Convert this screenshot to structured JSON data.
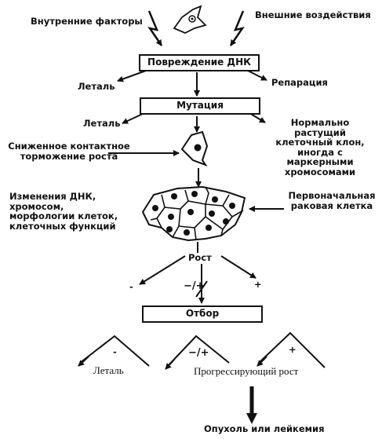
{
  "labels": {
    "internal": "Внутренние факторы",
    "external": "Внешние воздействия",
    "lethal1": "Леталь",
    "repair": "Репарация",
    "lethal2": "Леталь",
    "normal_clone": "Нормально растущий клеточный клон, иногда с маркерными хромосомами",
    "contact": "Сниженное контактное торможение роста",
    "changes": "Изменения ДНК, хромосом, морфологии клеток, клеточных функций",
    "initial_cell": "Первоначальная раковая клетка",
    "growth": "Рост",
    "minus_left": "-",
    "plus_right": "+",
    "minus_plus_center": "−/+",
    "lethal_bottom": "Леталь",
    "progressive": "Прогрессирующий рост",
    "tri_minus": "-",
    "tri_minus_plus": "−/+",
    "tri_plus": "+",
    "result": "Опухоль или лейкемия"
  },
  "boxes": {
    "dna_damage": "Повреждение ДНК",
    "mutation": "Мутация",
    "selection": "Отбор"
  }
}
